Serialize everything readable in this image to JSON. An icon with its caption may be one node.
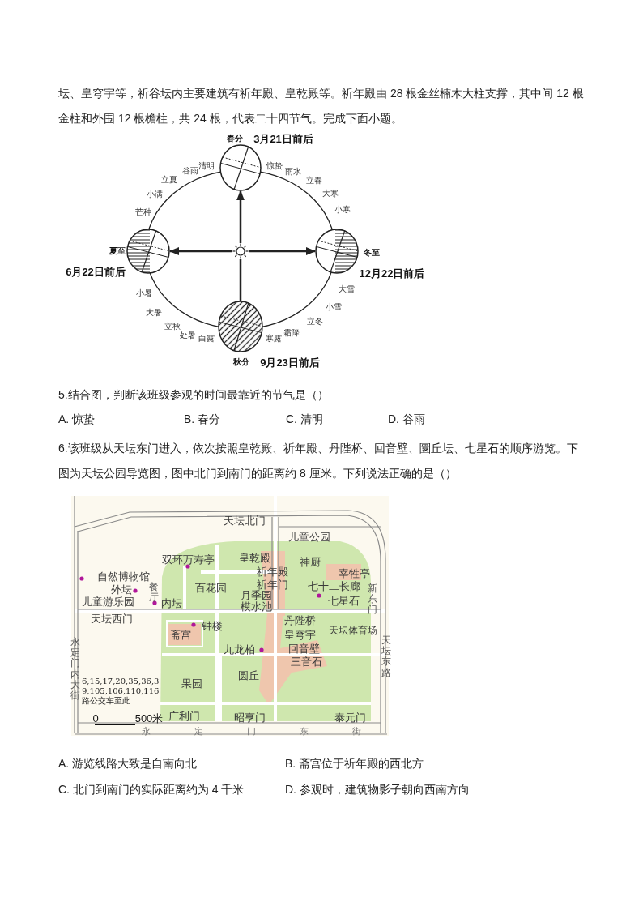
{
  "diagram": {
    "nodes": [
      {
        "text": [],
        "shape": "picture"
      },
      {
        "text": [],
        "shape": "circle",
        "beside": [
          "春分",
          "3月21日前后"
        ]
      },
      {
        "text": [],
        "shape": "circle",
        "beside": [
          "夏至",
          "6月22日前后"
        ]
      },
      {
        "text": [],
        "shape": "circle",
        "beside": [
          "秋分",
          "9月23日前后"
        ]
      },
      {
        "text": [],
        "shape": "circle",
        "beside": [
          "冬至",
          "12月22日前后"
        ]
      }
    ],
    "edges": [
      {
        "from": 0,
        "to": 1,
        "arrow": "to"
      },
      {
        "from": 0,
        "to": 2,
        "arrow": "to"
      },
      {
        "from": 0,
        "to": 3,
        "arrow": "none"
      },
      {
        "from": 0,
        "to": 4,
        "arrow": "to"
      }
    ],
    "labels": [
      "坛、皇穹宇等，祈谷坛内主要建筑有祈年殿、皇乾殿等。祈年殿由 28 根金丝楠木大柱支撑，其中间 12 根金柱和外围 12 根檐柱，共 24 根，代表二十四节气。完成下面小题。",
      "芒种",
      "小满",
      "立夏",
      "谷雨",
      "清明",
      "惊蛰",
      "雨水",
      "立春",
      "大寒",
      "小寒",
      "小暑",
      "大暑",
      "立秋",
      "处暑",
      "白露",
      "寒露",
      "霜降",
      "立冬",
      "小雪",
      "大雪",
      "5.结合图，判断该班级参观的时间最靠近的节气是（）",
      "A. 惊蛰",
      "B. 春分",
      "C. 清明",
      "D. 谷雨",
      "6.该班级从天坛东门进入，依次按照皇乾殿、祈年殿、丹陛桥、回音壁、圜丘坛、七星石的顺序游览。下图为天坛公园导览图，图中北门到南门的距离约 8 厘米。下列说法正确的是（）",
      "天坛北门",
      "儿童公园",
      "双环万寿亭",
      "皇乾殿",
      "神厨",
      "自然博物馆",
      "祈年殿",
      "宰牲亭",
      "外坛",
      "餐厅",
      "百花园",
      "祈年门",
      "七十二长廊",
      "新东门",
      "儿童游乐园",
      "内坛",
      "月季园",
      "七星石",
      "模水池",
      "天坛东路",
      "永定门内大街",
      "天坛西门",
      "钟楼",
      "斋宫",
      "丹陛桥",
      "天坛体育场",
      "皇穹宇",
      "九龙柏",
      "回音壁",
      "三音石",
      "圆丘",
      "果园",
      "6,15,17,20,35,36,39,105,106,110,116路公交车至此",
      "0",
      "500米",
      "广利门",
      "昭亨门",
      "泰元门",
      "永定门东街",
      "A. 游览线路大致是自南向北",
      "B. 斋宫位于祈年殿的西北方",
      "C. 北门到南门的实际距离约为 4 千米",
      "D. 参观时，建筑物影子朝向西南方向"
    ]
  }
}
